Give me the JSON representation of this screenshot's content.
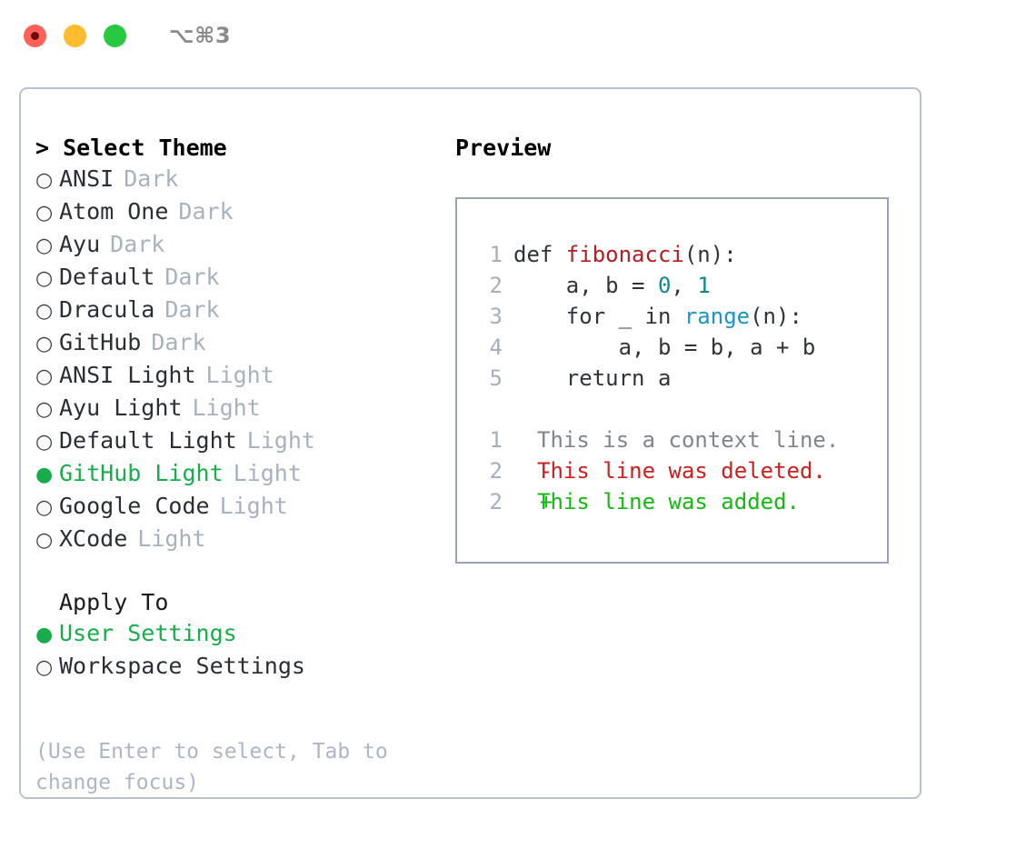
{
  "titlebar": {
    "shortcut": "⌥⌘3",
    "buttons": [
      {
        "name": "close",
        "color": "#ff6058"
      },
      {
        "name": "minimize",
        "color": "#febc2e"
      },
      {
        "name": "zoom",
        "color": "#28c841"
      }
    ]
  },
  "theme_section": {
    "header": "> Select Theme",
    "items": [
      {
        "label": "ANSI",
        "variant": "Dark",
        "selected": false
      },
      {
        "label": "Atom One",
        "variant": "Dark",
        "selected": false
      },
      {
        "label": "Ayu",
        "variant": "Dark",
        "selected": false
      },
      {
        "label": "Default",
        "variant": "Dark",
        "selected": false
      },
      {
        "label": "Dracula",
        "variant": "Dark",
        "selected": false
      },
      {
        "label": "GitHub",
        "variant": "Dark",
        "selected": false
      },
      {
        "label": "ANSI Light",
        "variant": "Light",
        "selected": false
      },
      {
        "label": "Ayu Light",
        "variant": "Light",
        "selected": false
      },
      {
        "label": "Default Light",
        "variant": "Light",
        "selected": false
      },
      {
        "label": "GitHub Light",
        "variant": "Light",
        "selected": true
      },
      {
        "label": "Google Code",
        "variant": "Light",
        "selected": false
      },
      {
        "label": "XCode",
        "variant": "Light",
        "selected": false
      }
    ]
  },
  "apply_section": {
    "header": "Apply To",
    "items": [
      {
        "label": "User Settings",
        "selected": true
      },
      {
        "label": "Workspace Settings",
        "selected": false
      }
    ]
  },
  "hint": "(Use Enter to select, Tab to change focus)",
  "preview": {
    "header": "Preview",
    "code_lines": [
      {
        "num": "1",
        "tokens": [
          {
            "t": "def ",
            "k": "plain"
          },
          {
            "t": "fibonacci",
            "k": "fn"
          },
          {
            "t": "(n):",
            "k": "plain"
          }
        ]
      },
      {
        "num": "2",
        "tokens": [
          {
            "t": "    a, b = ",
            "k": "plain"
          },
          {
            "t": "0",
            "k": "num"
          },
          {
            "t": ", ",
            "k": "plain"
          },
          {
            "t": "1",
            "k": "num"
          }
        ]
      },
      {
        "num": "3",
        "tokens": [
          {
            "t": "    for _ in ",
            "k": "plain"
          },
          {
            "t": "range",
            "k": "call"
          },
          {
            "t": "(n):",
            "k": "plain"
          }
        ]
      },
      {
        "num": "4",
        "tokens": [
          {
            "t": "        a, b = b, a + b",
            "k": "plain"
          }
        ]
      },
      {
        "num": "5",
        "tokens": [
          {
            "t": "    return a",
            "k": "plain"
          }
        ]
      }
    ],
    "diff_lines": [
      {
        "num": "1",
        "mark": " ",
        "text": "This is a context line.",
        "kind": "context"
      },
      {
        "num": "2",
        "mark": "-",
        "text": "This line was deleted.",
        "kind": "deleted"
      },
      {
        "num": "2",
        "mark": "+",
        "text": "This line was added.",
        "kind": "added"
      }
    ]
  },
  "colors": {
    "accent_green": "#18ad4b",
    "muted": "#a8b2bf",
    "border": "#b9c2cc",
    "diff_add": "#14b914",
    "diff_del": "#cc1f1f"
  }
}
